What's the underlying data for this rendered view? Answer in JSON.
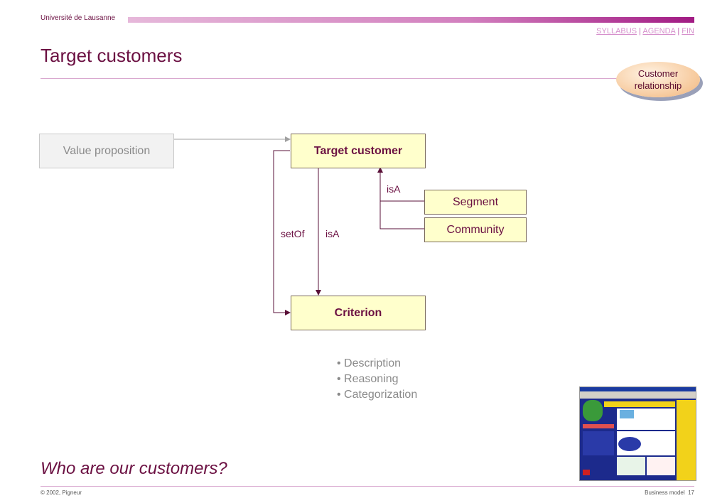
{
  "header": {
    "university": "Université de Lausanne",
    "nav": {
      "syllabus": "SYLLABUS",
      "agenda": "AGENDA",
      "fin": "FIN",
      "separator": "|"
    }
  },
  "slide": {
    "title": "Target customers",
    "badge": {
      "line1": "Customer",
      "line2": "relationship"
    }
  },
  "diagram": {
    "nodes": {
      "value_proposition": "Value proposition",
      "target_customer": "Target customer",
      "segment": "Segment",
      "community": "Community",
      "criterion": "Criterion"
    },
    "edges": {
      "isa_top": "isA",
      "setof": "setOf",
      "isa_mid": "isA"
    },
    "bullets": [
      "• Description",
      "• Reasoning",
      "• Categorization"
    ]
  },
  "question": "Who are our customers?",
  "footer": {
    "copyright": "© 2002, Pigneur",
    "course": "Business model",
    "page": "17"
  },
  "colors": {
    "accent": "#6b1042",
    "node_fill": "#ffffcc",
    "arrow": "#5a1038",
    "bar": "#a11a83"
  }
}
